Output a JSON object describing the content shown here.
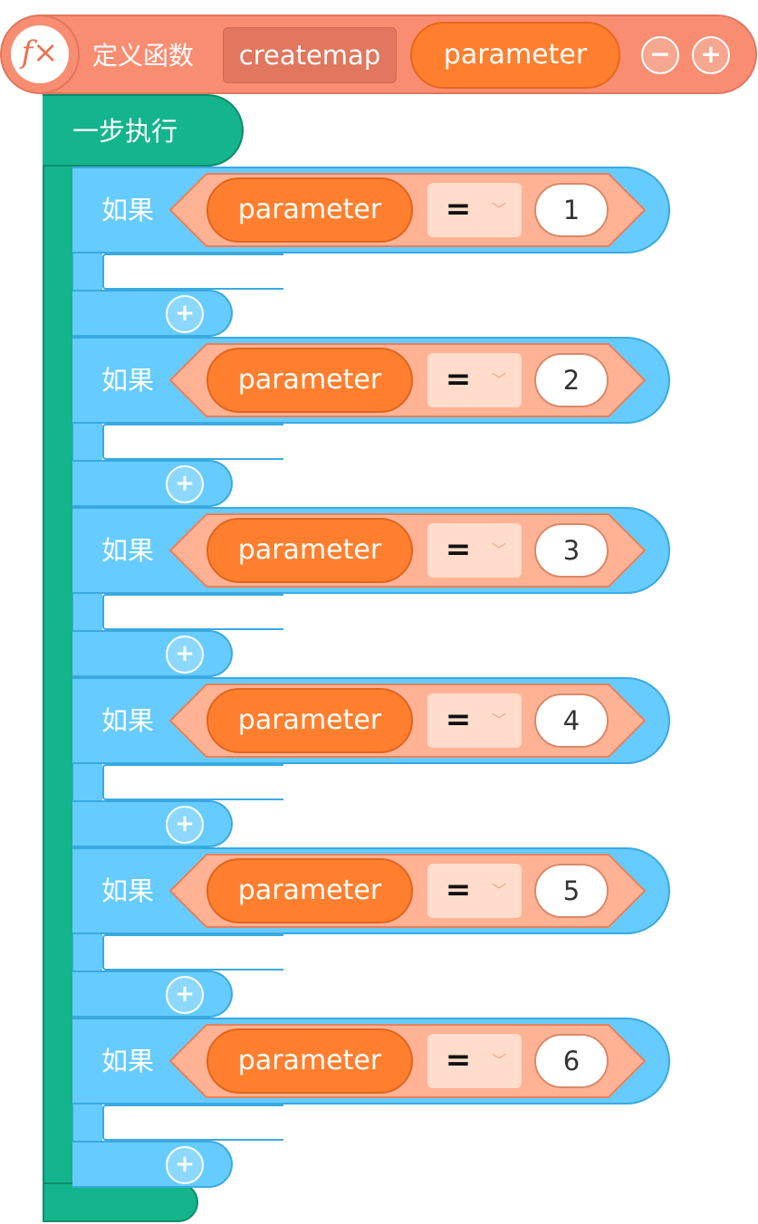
{
  "function_block": {
    "icon": "fx-icon",
    "icon_text": "f×",
    "title": "定义函数",
    "name": "createmap",
    "parameter": "parameter",
    "remove_label": "−",
    "add_label": "+"
  },
  "sequence_block": {
    "label": "一步执行"
  },
  "if_blocks": [
    {
      "label": "如果",
      "variable": "parameter",
      "operator": "=",
      "value": "1",
      "add_label": "+"
    },
    {
      "label": "如果",
      "variable": "parameter",
      "operator": "=",
      "value": "2",
      "add_label": "+"
    },
    {
      "label": "如果",
      "variable": "parameter",
      "operator": "=",
      "value": "3",
      "add_label": "+"
    },
    {
      "label": "如果",
      "variable": "parameter",
      "operator": "=",
      "value": "4",
      "add_label": "+"
    },
    {
      "label": "如果",
      "variable": "parameter",
      "operator": "=",
      "value": "5",
      "add_label": "+"
    },
    {
      "label": "如果",
      "variable": "parameter",
      "operator": "=",
      "value": "6",
      "add_label": "+"
    }
  ],
  "colors": {
    "function": "#f98d72",
    "parameter": "#ff7f2e",
    "sequence": "#14b48c",
    "if": "#66ccff",
    "condition": "#ffb394"
  },
  "icons": {
    "chevron": "chevron-down-icon",
    "add": "plus-icon",
    "remove": "minus-icon"
  }
}
